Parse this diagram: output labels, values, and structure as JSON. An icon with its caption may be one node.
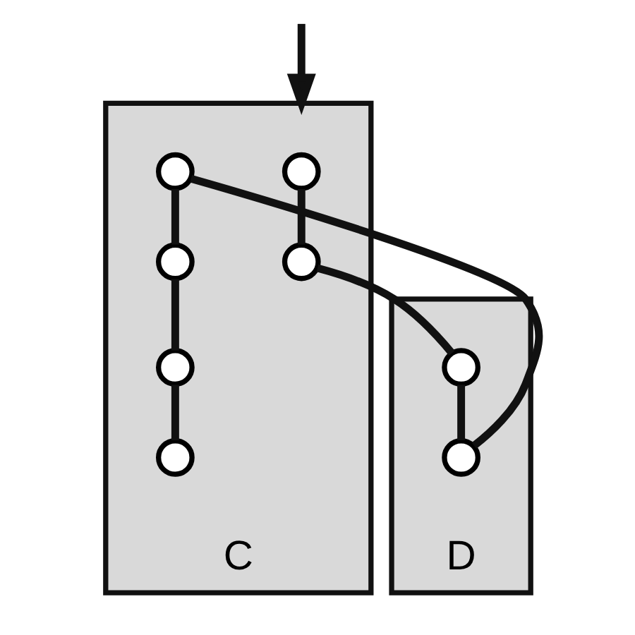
{
  "diagram": {
    "nodes": [
      {
        "text": [
          "C"
        ]
      },
      {
        "text": [],
        "shape": "circle",
        "in": 0
      },
      {
        "text": [],
        "shape": "circle",
        "in": 0
      },
      {
        "text": [],
        "shape": "circle",
        "in": 0
      },
      {
        "text": [],
        "shape": "circle",
        "in": 0
      },
      {
        "text": [],
        "shape": "circle",
        "in": 0
      },
      {
        "text": [],
        "shape": "circle",
        "in": 0
      },
      {
        "text": [
          "D"
        ]
      },
      {
        "text": [],
        "shape": "circle",
        "in": 7
      },
      {
        "text": [],
        "shape": "circle",
        "in": 7
      }
    ],
    "edges": [
      {
        "from": null,
        "to": 0,
        "arrow": "to"
      },
      {
        "from": 1,
        "to": 2,
        "arrow": "none"
      },
      {
        "from": 2,
        "to": 8,
        "arrow": "none"
      },
      {
        "from": 8,
        "to": 9,
        "arrow": "none"
      },
      {
        "from": 9,
        "to": 3,
        "arrow": "none"
      },
      {
        "from": 3,
        "to": 4,
        "arrow": "none"
      },
      {
        "from": 4,
        "to": 5,
        "arrow": "none"
      },
      {
        "from": 5,
        "to": 6,
        "arrow": "none"
      }
    ]
  }
}
